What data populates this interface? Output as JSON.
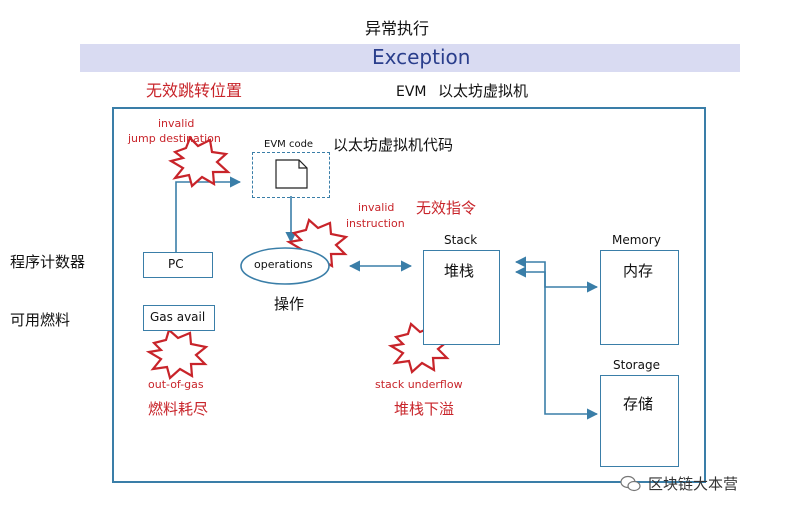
{
  "header": {
    "title_cn": "异常执行",
    "banner_label": "Exception",
    "evm_label": "EVM",
    "evm_cn": "以太坊虚拟机"
  },
  "left_labels": {
    "program_counter_cn": "程序计数器",
    "gas_cn": "可用燃料"
  },
  "components": {
    "pc": "PC",
    "gas_avail": "Gas avail",
    "evm_code": "EVM code",
    "evm_code_cn": "以太坊虚拟机代码",
    "operations": "operations",
    "operations_cn": "操作",
    "stack": "Stack",
    "stack_cn": "堆栈",
    "memory": "Memory",
    "memory_cn": "内存",
    "storage": "Storage",
    "storage_cn": "存储"
  },
  "exceptions": {
    "invalid_jump_cn": "无效跳转位置",
    "invalid_jump_line1": "invalid",
    "invalid_jump_line2": "jump destination",
    "invalid_instr_line1": "invalid",
    "invalid_instr_line2": "instruction",
    "invalid_instr_cn": "无效指令",
    "out_of_gas": "out-of-gas",
    "out_of_gas_cn": "燃料耗尽",
    "stack_underflow": "stack underflow",
    "stack_underflow_cn": "堆栈下溢"
  },
  "watermark": "区块链大本营",
  "colors": {
    "accent_red": "#c8242a",
    "line_blue": "#3a7ea8",
    "banner_bg": "#d9dbf2"
  }
}
